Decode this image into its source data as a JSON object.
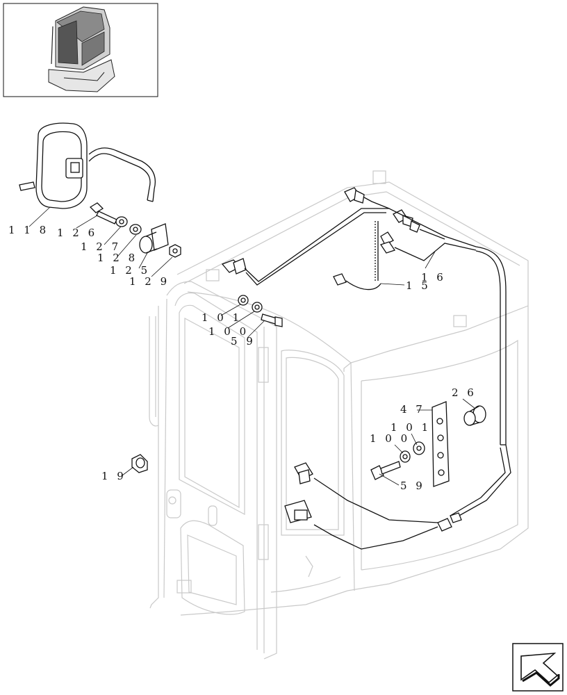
{
  "callouts": [
    {
      "id": "118",
      "text": "1 1 8"
    },
    {
      "id": "126",
      "text": "1 2 6"
    },
    {
      "id": "127",
      "text": "1 2 7"
    },
    {
      "id": "128",
      "text": "1 2 8"
    },
    {
      "id": "125",
      "text": "1 2 5"
    },
    {
      "id": "129",
      "text": "1 2 9"
    },
    {
      "id": "15",
      "text": "1 5"
    },
    {
      "id": "16",
      "text": "1 6"
    },
    {
      "id": "101a",
      "text": "1 0 1"
    },
    {
      "id": "100a",
      "text": "1 0 0"
    },
    {
      "id": "59a",
      "text": "5 9"
    },
    {
      "id": "26",
      "text": "2 6"
    },
    {
      "id": "47",
      "text": "4 7"
    },
    {
      "id": "101b",
      "text": "1 0 1"
    },
    {
      "id": "100b",
      "text": "1 0 0"
    },
    {
      "id": "59b",
      "text": "5 9"
    },
    {
      "id": "19",
      "text": "1 9"
    }
  ],
  "icons": {
    "thumbnail": "cab-thumbnail-icon",
    "navigation": "next-page-arrow-icon"
  },
  "colors": {
    "ink": "#111111",
    "cab_outline": "#c9c9c9"
  }
}
